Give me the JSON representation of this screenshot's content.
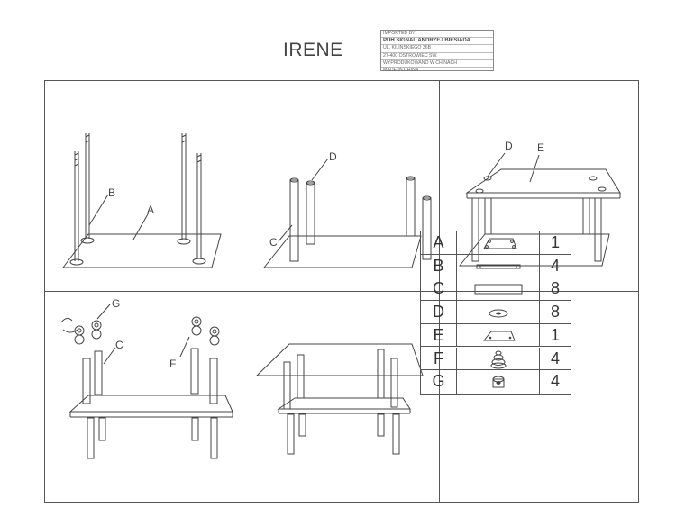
{
  "title": "IRENE",
  "importer": [
    "IMPORTED BY:",
    "PUH SIGNAL ANDRZEJ BIESIADA",
    "UL. KILINSKIEGO 36B",
    "27-400 OSTROWIEC SW.",
    "WYPRODUKOWANO W CHINACH",
    "MADE IN CHINA"
  ],
  "step_labels": {
    "step1": {
      "a": "A",
      "b": "B"
    },
    "step2": {
      "c": "C",
      "d": "D"
    },
    "step3": {
      "d": "D",
      "e": "E"
    },
    "step4": {
      "g": "G",
      "c": "C",
      "f": "F"
    }
  },
  "parts": [
    {
      "letter": "A",
      "qty": "1",
      "icon": "glass-shelf-icon"
    },
    {
      "letter": "B",
      "qty": "4",
      "icon": "threaded-rod-icon"
    },
    {
      "letter": "C",
      "qty": "8",
      "icon": "tube-icon"
    },
    {
      "letter": "D",
      "qty": "8",
      "icon": "washer-icon"
    },
    {
      "letter": "E",
      "qty": "1",
      "icon": "glass-top-icon"
    },
    {
      "letter": "F",
      "qty": "4",
      "icon": "foot-cap-icon"
    },
    {
      "letter": "G",
      "qty": "4",
      "icon": "nut-icon"
    }
  ]
}
